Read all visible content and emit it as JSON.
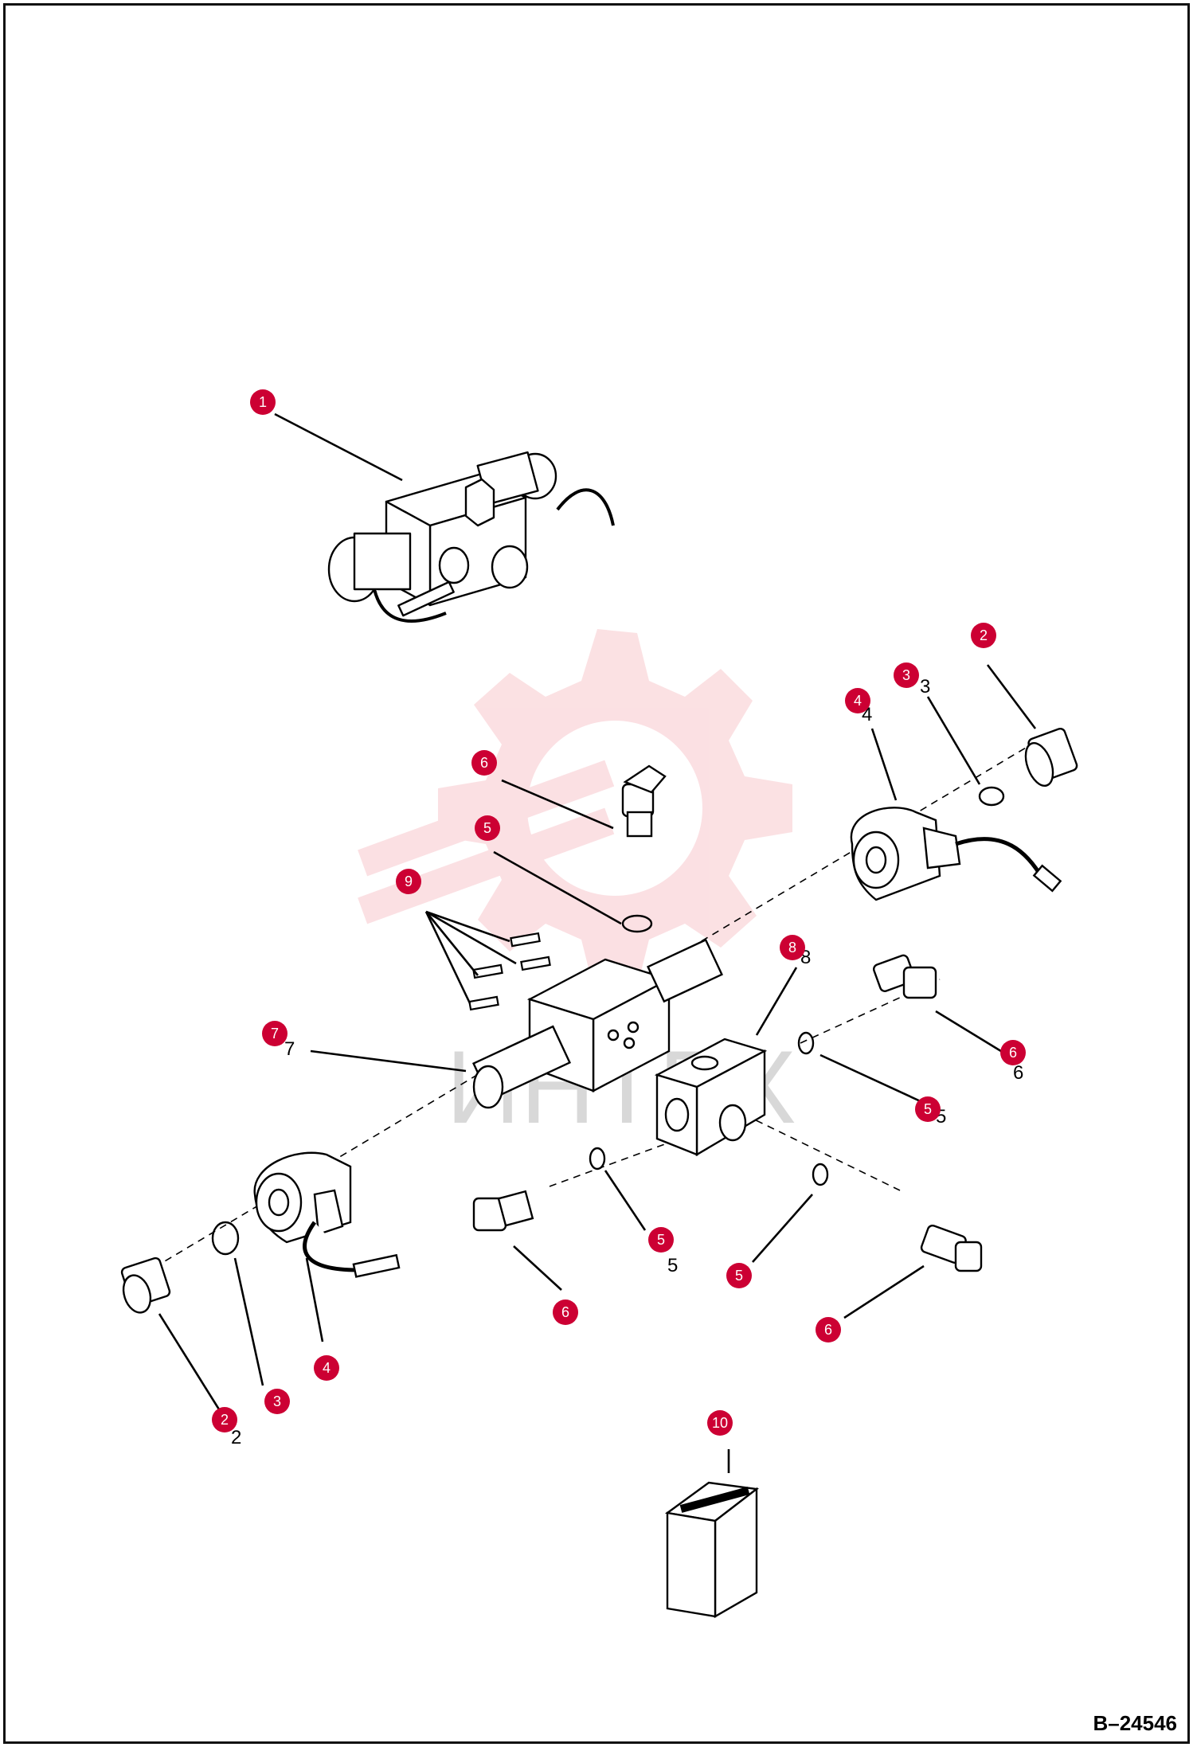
{
  "figure_id": "B–24546",
  "watermark_text": "ИНТЕХ",
  "colors": {
    "marker": "#cc0033",
    "marker_text": "#ffffff",
    "line": "#000000",
    "watermark": "#f4a8b0"
  },
  "callouts": [
    {
      "number": "1"
    },
    {
      "number": "2"
    },
    {
      "number": "3"
    },
    {
      "number": "4"
    },
    {
      "number": "6"
    },
    {
      "number": "5"
    },
    {
      "number": "9"
    },
    {
      "number": "8"
    },
    {
      "number": "7"
    },
    {
      "number": "6"
    },
    {
      "number": "5"
    },
    {
      "number": "5"
    },
    {
      "number": "5"
    },
    {
      "number": "6"
    },
    {
      "number": "6"
    },
    {
      "number": "4"
    },
    {
      "number": "3"
    },
    {
      "number": "2"
    },
    {
      "number": "10"
    }
  ]
}
